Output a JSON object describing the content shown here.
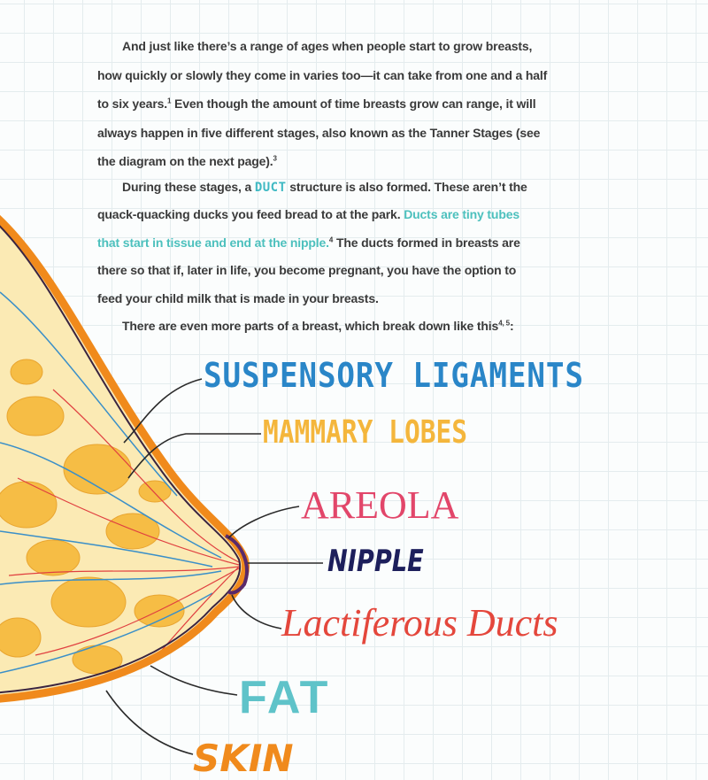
{
  "body": {
    "p1": {
      "l1": "And just like there’s a range of ages when people start to grow breasts,",
      "l2": "how quickly or slowly they come in varies too—it can take from one and a half",
      "l3a": "to six years.",
      "l3sup": "1",
      "l3b": " Even though the amount of time breasts grow can range, it will",
      "l4": "always happen in five different stages, also known as the Tanner Stages (see",
      "l5": "the diagram on the next page).",
      "l5sup": "3"
    },
    "p2": {
      "l6a": "During these stages, a ",
      "l6term": "DUCT",
      "l6b": " structure is also formed. These aren’t the",
      "l7a": "quack-quacking ducks you feed bread to at the park. ",
      "l7teal": "Ducts are tiny tubes",
      "l8teal": "that start in tissue and end at the nipple.",
      "l8sup": "4",
      "l8b": " The ducts formed in breasts are",
      "l9": "there so that if, later in life, you become pregnant, you have the option to",
      "l10": "feed your child milk that is made in your breasts."
    },
    "p3": {
      "l11": "There are even more parts of a breast, which break down like this",
      "l11sup": "4, 5",
      "l11end": ":"
    }
  },
  "diagram": {
    "labels": [
      {
        "text": "SUSPENSORY LIGAMENTS",
        "color": "#2a86c8"
      },
      {
        "text": "MAMMARY LOBES",
        "color": "#f4b63c"
      },
      {
        "text": "AREOLA",
        "color": "#e2466a"
      },
      {
        "text": "NIPPLE",
        "color": "#1d1f5c"
      },
      {
        "text": "Lactiferous Ducts",
        "color": "#e4473c"
      },
      {
        "text": "FAT",
        "color": "#5fc3c9"
      },
      {
        "text": "SKIN",
        "color": "#f08a1c"
      }
    ]
  }
}
